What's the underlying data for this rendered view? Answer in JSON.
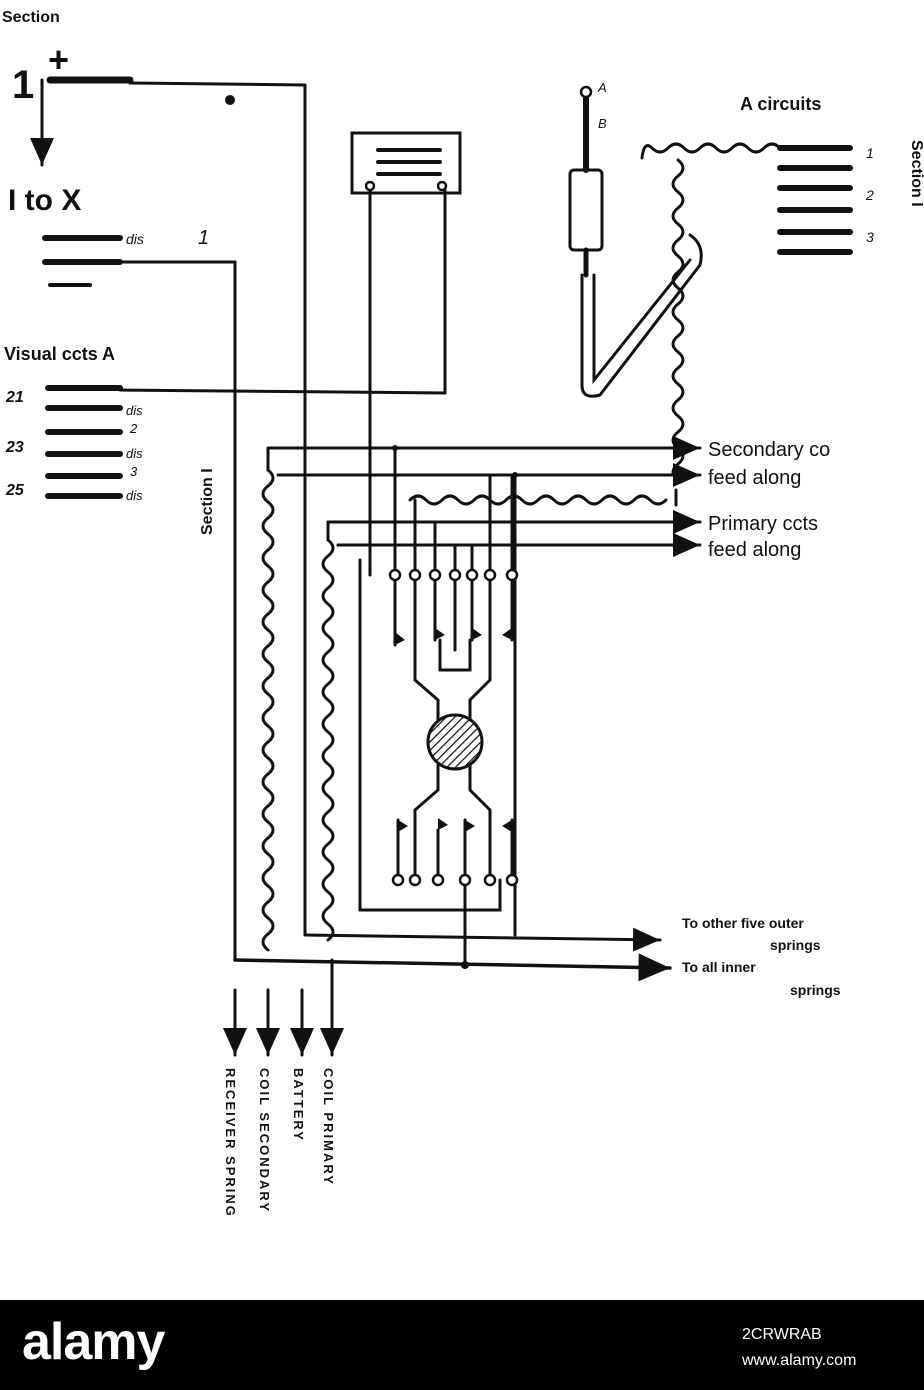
{
  "labels": {
    "section_top": "Section",
    "plus": "+",
    "one": "1",
    "i_to_x": "I to X",
    "dis": "dis",
    "one_small": "1",
    "visual_ccts": "Visual ccts A",
    "n21": "21",
    "n23": "23",
    "n25": "25",
    "n2": "2",
    "n3": "3",
    "section_i_left": "Section I",
    "plug_a": "A",
    "plug_b": "B",
    "a_circuits": "A circuits",
    "a1": "1",
    "a2": "2",
    "a3": "3",
    "section_i_right": "Section I",
    "secondary": "Secondary co",
    "feed_along_1": "feed along",
    "primary": "Primary ccts",
    "feed_along_2": "feed along",
    "to_other": "To other five outer",
    "springs_1": "springs",
    "to_all_inner": "To all inner",
    "springs_2": "springs",
    "bottom_receiver": "RECEIVER SPRING",
    "bottom_coil_secondary": "COIL SECONDARY",
    "bottom_battery": "BATTERY",
    "bottom_coil_primary": "COIL PRIMARY"
  },
  "watermark": {
    "logo": "alamy",
    "image_id": "2CRWRAB",
    "url": "www.alamy.com"
  }
}
